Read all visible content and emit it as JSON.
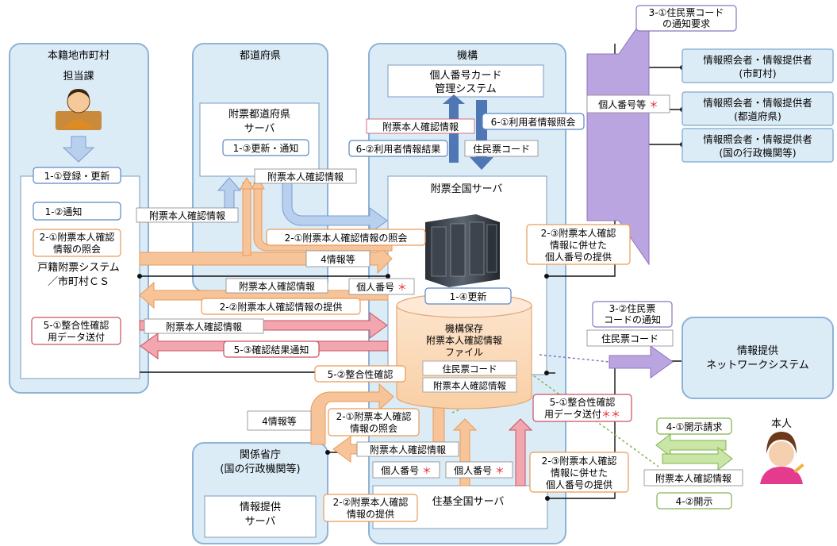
{
  "regions": {
    "municipality": "本籍地市町村",
    "prefecture": "都道府県",
    "agency": "機構",
    "ministries": [
      "関係省庁",
      "(国の行政機関等)"
    ]
  },
  "labels": {
    "tantou": "担当課",
    "koseki_system": [
      "戸籍附票システム",
      "／市町村ＣＳ"
    ],
    "pref_server": [
      "附票都道府県",
      "サーバ"
    ],
    "card_system": [
      "個人番号カード",
      "管理システム"
    ],
    "national_server": "附票全国サーバ",
    "storage_file": [
      "機構保存",
      "附票本人確認情報",
      "ファイル"
    ],
    "storage_jumin_code": "住民票コード",
    "storage_fuhyou_info": "附票本人確認情報",
    "info_server": [
      "情報提供",
      "サーバ"
    ],
    "juki_server": "住基全国サーバ",
    "network_system": [
      "情報提供",
      "ネットワークシステム"
    ],
    "person": "本人"
  },
  "steps": {
    "s1_1": "1-①登録・更新",
    "s1_2": "1-②通知",
    "s1_3": "1-③更新・通知",
    "s1_4": "1-④更新",
    "s2_1_muni": [
      "2-①附票本人確認",
      "情報の照会"
    ],
    "s2_1_pref": "2-①附票本人確認情報の照会",
    "s2_1_min": [
      "2-①附票本人確認",
      "情報の照会"
    ],
    "s2_2_pref": "2-②附票本人確認情報の提供",
    "s2_2_min": [
      "2-②附票本人確認",
      "情報の提供"
    ],
    "s2_3_top": [
      "2-③附票本人確認",
      "情報に併せた",
      "個人番号の提供"
    ],
    "s2_3_bottom": [
      "2-③附票本人確認",
      "情報に併せた",
      "個人番号の提供"
    ],
    "s3_1": [
      "3-①住民票コード",
      "の通知要求"
    ],
    "s3_2": [
      "3-②住民票",
      "コードの通知"
    ],
    "s4_1": "4-①開示請求",
    "s4_2": "4-②開示",
    "s5_1_muni": [
      "5-①整合性確認",
      "用データ送付"
    ],
    "s5_1_right": [
      "5-①整合性確認",
      "用データ送付"
    ],
    "s5_1_right_mark": "＊＊",
    "s5_2": "5-②整合性確認",
    "s5_3": "5-③確認結果通知",
    "s6_1": "6-①利用者情報照会",
    "s6_2": "6-②利用者情報結果"
  },
  "tags": {
    "fuhyou_info": "附票本人確認情報",
    "jouhou_tou": "4情報等",
    "kojin_bangou": "個人番号",
    "kojin_bangou_tou": "個人番号等",
    "jumin_code": "住民票コード",
    "asterisk": "＊"
  },
  "providers": [
    [
      "情報照会者・情報提供者",
      "(市町村)"
    ],
    [
      "情報照会者・情報提供者",
      "(都道府県)"
    ],
    [
      "情報照会者・情報提供者",
      "(国の行政機関等)"
    ]
  ],
  "colors": {
    "region_fill": "#dcecf7",
    "region_stroke": "#8db3d6",
    "orange_arrow": "#f7c49a",
    "orange_stroke": "#e99a55",
    "pink_arrow": "#f2a7b0",
    "pink_stroke": "#c9505f",
    "blue_arrow": "#8aa7d6",
    "dark_blue_arrow": "#4f77b6",
    "purple": "#bba5e0",
    "green": "#c9e6a7",
    "red_asterisk": "#e0202a"
  }
}
